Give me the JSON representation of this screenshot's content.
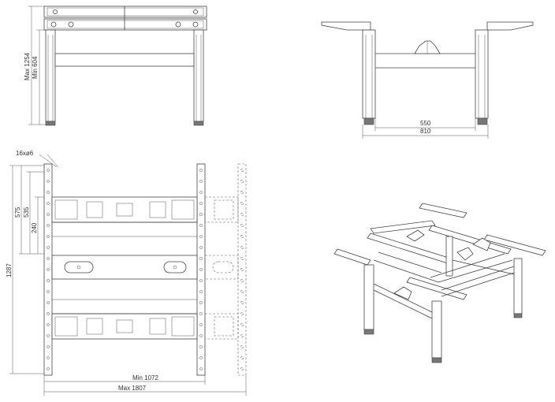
{
  "front_view": {
    "dim_max": "Max 1254",
    "dim_min": "Min 604"
  },
  "side_view": {
    "dim_inner": "550",
    "dim_outer": "810"
  },
  "plan_view": {
    "hole_callout": "16xø6",
    "dim_575": "575",
    "dim_535": "535",
    "dim_240": "240",
    "dim_1287": "1287",
    "dim_min": "Min  1072",
    "dim_max": "Max  1807"
  }
}
